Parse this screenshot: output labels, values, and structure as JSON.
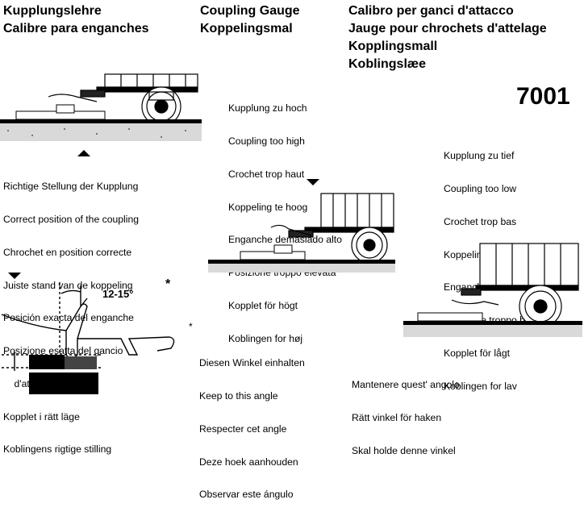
{
  "titles": {
    "de": "Kupplungslehre",
    "es": "Calibre para enganches",
    "en": "Coupling Gauge",
    "nl": "Koppelingsmal",
    "it": "Calibro per ganci d'attacco",
    "fr": "Jauge pour chrochets d'attelage",
    "sv": "Kopplingsmall",
    "da": "Koblingslæe"
  },
  "item_number": "7001",
  "correct_position": [
    "Richtige Stellung der Kupplung",
    "Correct position of the coupling",
    "Chrochet en position correcte",
    "Juiste stand van de koppeling",
    "Posición exacta del enganche",
    "Posizione esatta del gancio",
    "    d'attacco",
    "Kopplet i rätt läge",
    "Koblingens rigtige stilling"
  ],
  "too_high": [
    "Kupplung zu hoch",
    "Coupling too high",
    "Crochet trop haut",
    "Koppeling te hoog",
    "Enganche demasiado alto",
    "Posizione troppo elevata",
    "Kopplet för högt",
    "Koblingen for høj"
  ],
  "too_low": [
    "Kupplung zu tief",
    "Coupling too low",
    "Crochet trop bas",
    "Koppeling te laag",
    "Enganche demasiado bajo",
    "Posizione troppo bassa",
    "Kopplet för lågt",
    "Koblingen for lav"
  ],
  "keep_angle": [
    "Diesen Winkel einhalten",
    "Keep to this angle",
    "Respecter cet angle",
    "Deze hoek aanhouden",
    "Observar este ángulo"
  ],
  "keep_angle_other": [
    "Mantenere quest' angolo",
    "Rätt vinkel för haken",
    "Skal holde denne vinkel"
  ],
  "angle_label": "12-15°",
  "asterisk": "*"
}
